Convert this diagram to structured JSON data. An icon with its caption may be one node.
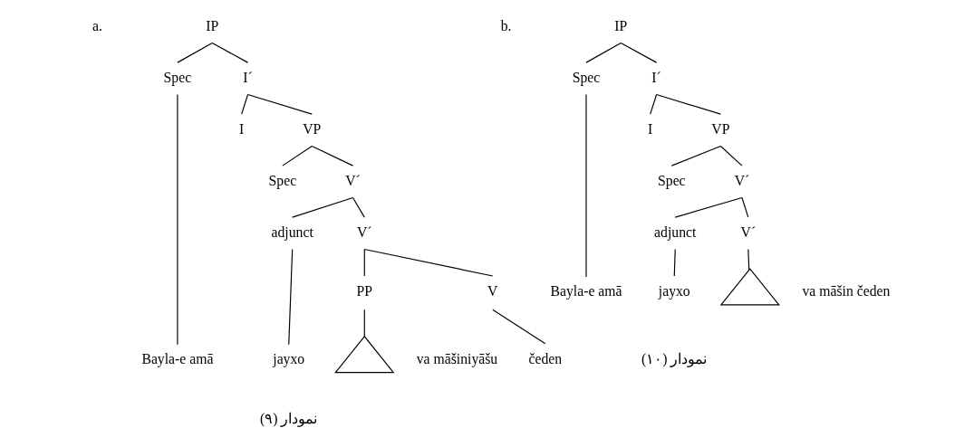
{
  "diagram": {
    "nodes": [
      {
        "text": [
          "IP"
        ]
      },
      {
        "text": [
          "Spec"
        ]
      },
      {
        "text": [
          "I´"
        ]
      },
      {
        "text": [
          "I"
        ]
      },
      {
        "text": [
          "VP"
        ]
      },
      {
        "text": [
          "Spec"
        ]
      },
      {
        "text": [
          "V´"
        ]
      },
      {
        "text": [
          "adjunct"
        ]
      },
      {
        "text": [
          "V´"
        ]
      },
      {
        "text": [
          "PP"
        ]
      },
      {
        "text": [
          "V"
        ]
      },
      {
        "text": [
          "Bayla-e amā"
        ]
      },
      {
        "text": [
          "jayxo"
        ]
      },
      {
        "text": [],
        "shape": "triangle",
        "beside": [
          "va māšiniyāšu"
        ]
      },
      {
        "text": [
          "čeden"
        ]
      },
      {
        "text": [
          "IP"
        ]
      },
      {
        "text": [
          "Spec"
        ]
      },
      {
        "text": [
          "I´"
        ]
      },
      {
        "text": [
          "I"
        ]
      },
      {
        "text": [
          "VP"
        ]
      },
      {
        "text": [
          "Spec"
        ]
      },
      {
        "text": [
          "V´"
        ]
      },
      {
        "text": [
          "adjunct"
        ]
      },
      {
        "text": [
          "V´"
        ]
      },
      {
        "text": [
          "Bayla-e amā"
        ]
      },
      {
        "text": [
          "jayxo"
        ]
      },
      {
        "text": [],
        "shape": "triangle",
        "beside": [
          "va māšin čeden"
        ]
      }
    ],
    "edges": [
      {
        "from": 0,
        "to": 1,
        "arrow": "none"
      },
      {
        "from": 0,
        "to": 2,
        "arrow": "none"
      },
      {
        "from": 2,
        "to": 3,
        "arrow": "none"
      },
      {
        "from": 2,
        "to": 4,
        "arrow": "none"
      },
      {
        "from": 4,
        "to": 5,
        "arrow": "none"
      },
      {
        "from": 4,
        "to": 6,
        "arrow": "none"
      },
      {
        "from": 6,
        "to": 7,
        "arrow": "none"
      },
      {
        "from": 6,
        "to": 8,
        "arrow": "none"
      },
      {
        "from": 8,
        "to": 9,
        "arrow": "none"
      },
      {
        "from": 8,
        "to": 10,
        "arrow": "none"
      },
      {
        "from": 1,
        "to": 11,
        "arrow": "none"
      },
      {
        "from": 7,
        "to": 12,
        "arrow": "none"
      },
      {
        "from": 9,
        "to": 13,
        "arrow": "none"
      },
      {
        "from": 10,
        "to": 14,
        "arrow": "none"
      },
      {
        "from": 15,
        "to": 16,
        "arrow": "none"
      },
      {
        "from": 15,
        "to": 17,
        "arrow": "none"
      },
      {
        "from": 17,
        "to": 18,
        "arrow": "none"
      },
      {
        "from": 17,
        "to": 19,
        "arrow": "none"
      },
      {
        "from": 19,
        "to": 20,
        "arrow": "none"
      },
      {
        "from": 19,
        "to": 21,
        "arrow": "none"
      },
      {
        "from": 21,
        "to": 22,
        "arrow": "none"
      },
      {
        "from": 21,
        "to": 23,
        "arrow": "none"
      },
      {
        "from": 16,
        "to": 24,
        "arrow": "none"
      },
      {
        "from": 22,
        "to": 25,
        "arrow": "none"
      },
      {
        "from": 23,
        "to": 26,
        "arrow": "none"
      }
    ],
    "labels": [
      "a.",
      "نمودار (۹)",
      "b.",
      "نمودار (۱۰)"
    ]
  }
}
